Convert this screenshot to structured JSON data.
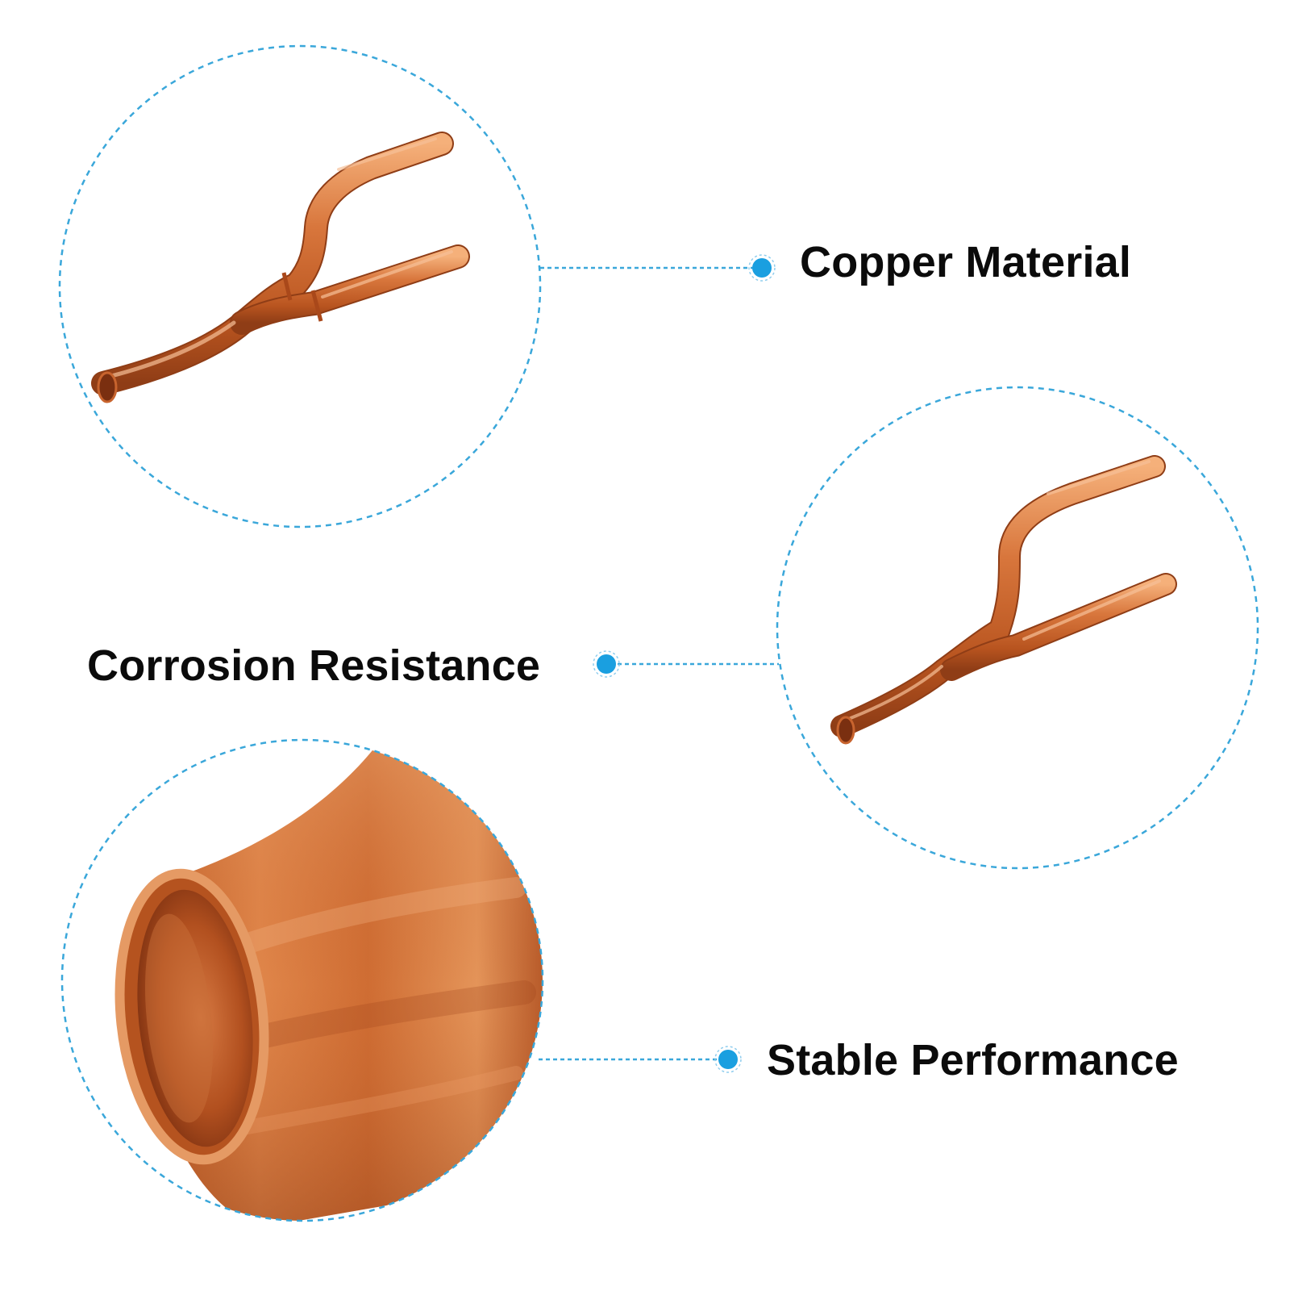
{
  "features": [
    {
      "label": "Copper Material"
    },
    {
      "label": "Corrosion Resistance"
    },
    {
      "label": "Stable Performance"
    }
  ],
  "colors": {
    "accent": "#1a9fe0",
    "dashed_line": "#3aa7da",
    "copper_base": "#c8642e",
    "copper_light": "#f0a06a",
    "copper_dark": "#8a3a15",
    "text": "#0b0b0b",
    "background": "#ffffff"
  },
  "icons": {
    "callout_dot": "dot-icon"
  }
}
